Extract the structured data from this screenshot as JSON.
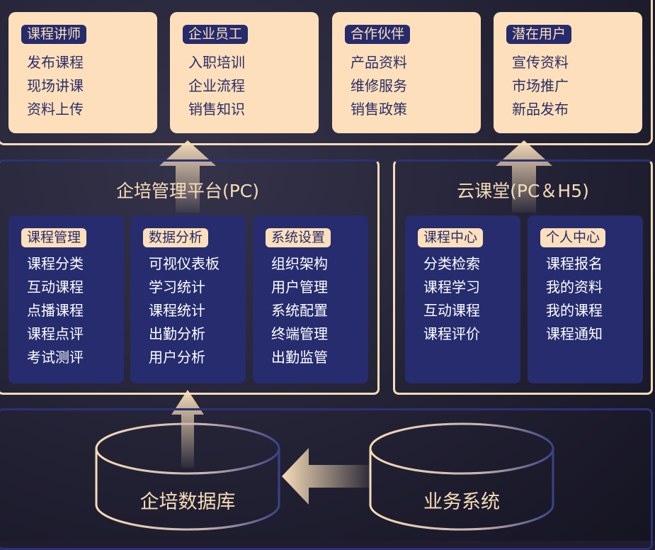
{
  "users": [
    {
      "tag": "课程讲师",
      "items": [
        "发布课程",
        "现场讲课",
        "资料上传"
      ]
    },
    {
      "tag": "企业员工",
      "items": [
        "入职培训",
        "企业流程",
        "销售知识"
      ]
    },
    {
      "tag": "合作伙伴",
      "items": [
        "产品资料",
        "维修服务",
        "销售政策"
      ]
    },
    {
      "tag": "潜在用户",
      "items": [
        "宣传资料",
        "市场推广",
        "新品发布"
      ]
    }
  ],
  "platform": {
    "title": "企培管理平台(PC)",
    "modules": [
      {
        "tag": "课程管理",
        "items": [
          "课程分类",
          "互动课程",
          "点播课程",
          "课程点评",
          "考试测评"
        ]
      },
      {
        "tag": "数据分析",
        "items": [
          "可视仪表板",
          "学习统计",
          "课程统计",
          "出勤分析",
          "用户分析"
        ]
      },
      {
        "tag": "系统设置",
        "items": [
          "组织架构",
          "用户管理",
          "系统配置",
          "终端管理",
          "出勤监管"
        ]
      }
    ]
  },
  "cloud": {
    "title": "云课堂(PC＆H5)",
    "modules": [
      {
        "tag": "课程中心",
        "items": [
          "分类检索",
          "课程学习",
          "互动课程",
          "课程评价"
        ]
      },
      {
        "tag": "个人中心",
        "items": [
          "课程报名",
          "我的资料",
          "我的课程",
          "课程通知"
        ]
      }
    ]
  },
  "data_layer": {
    "database": "企培数据库",
    "business": "业务系统"
  },
  "colors": {
    "cream": "#fde0bb",
    "navy": "#262c6e"
  }
}
